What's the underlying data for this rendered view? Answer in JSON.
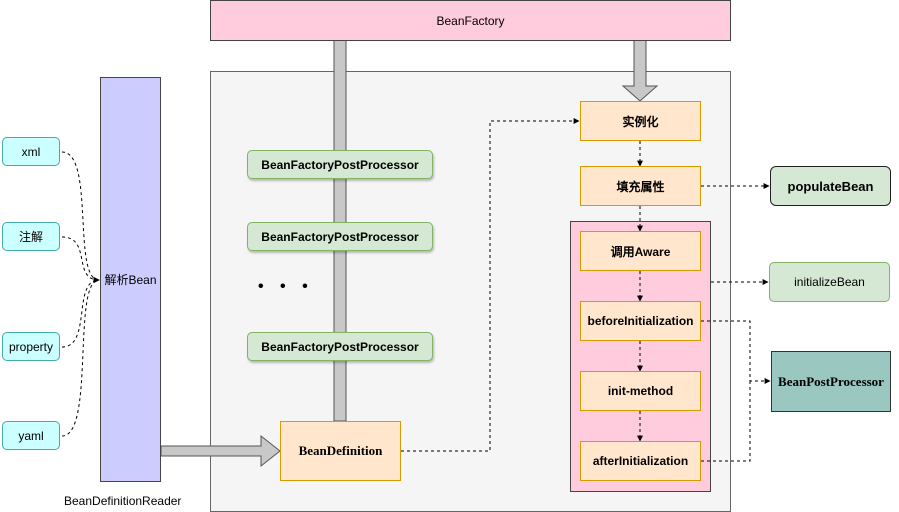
{
  "bean_factory": "BeanFactory",
  "sources": [
    "xml",
    "注解",
    "property",
    "yaml"
  ],
  "parser": "解析Bean",
  "reader_caption": "BeanDefinitionReader",
  "bean_definition": "BeanDefinition",
  "post_processors": [
    "BeanFactoryPostProcessor",
    "BeanFactoryPostProcessor",
    "BeanFactoryPostProcessor"
  ],
  "ellipsis": "• • •",
  "lifecycle": {
    "instantiate": "实例化",
    "populate": "填充属性",
    "aware": "调用Aware",
    "before_init": "beforeInitialization",
    "init_method": "init-method",
    "after_init": "afterInitialization"
  },
  "side": {
    "populate_bean": "populateBean",
    "initialize_bean": "initializeBean",
    "bean_post_processor": "BeanPostProcessor"
  },
  "colors": {
    "bean_factory": "#ffccdd",
    "parser": "#ccccff",
    "container": "#f5f5f5",
    "init_group": "#ffccdd",
    "bean_post_processor": "#9ac7bf"
  }
}
